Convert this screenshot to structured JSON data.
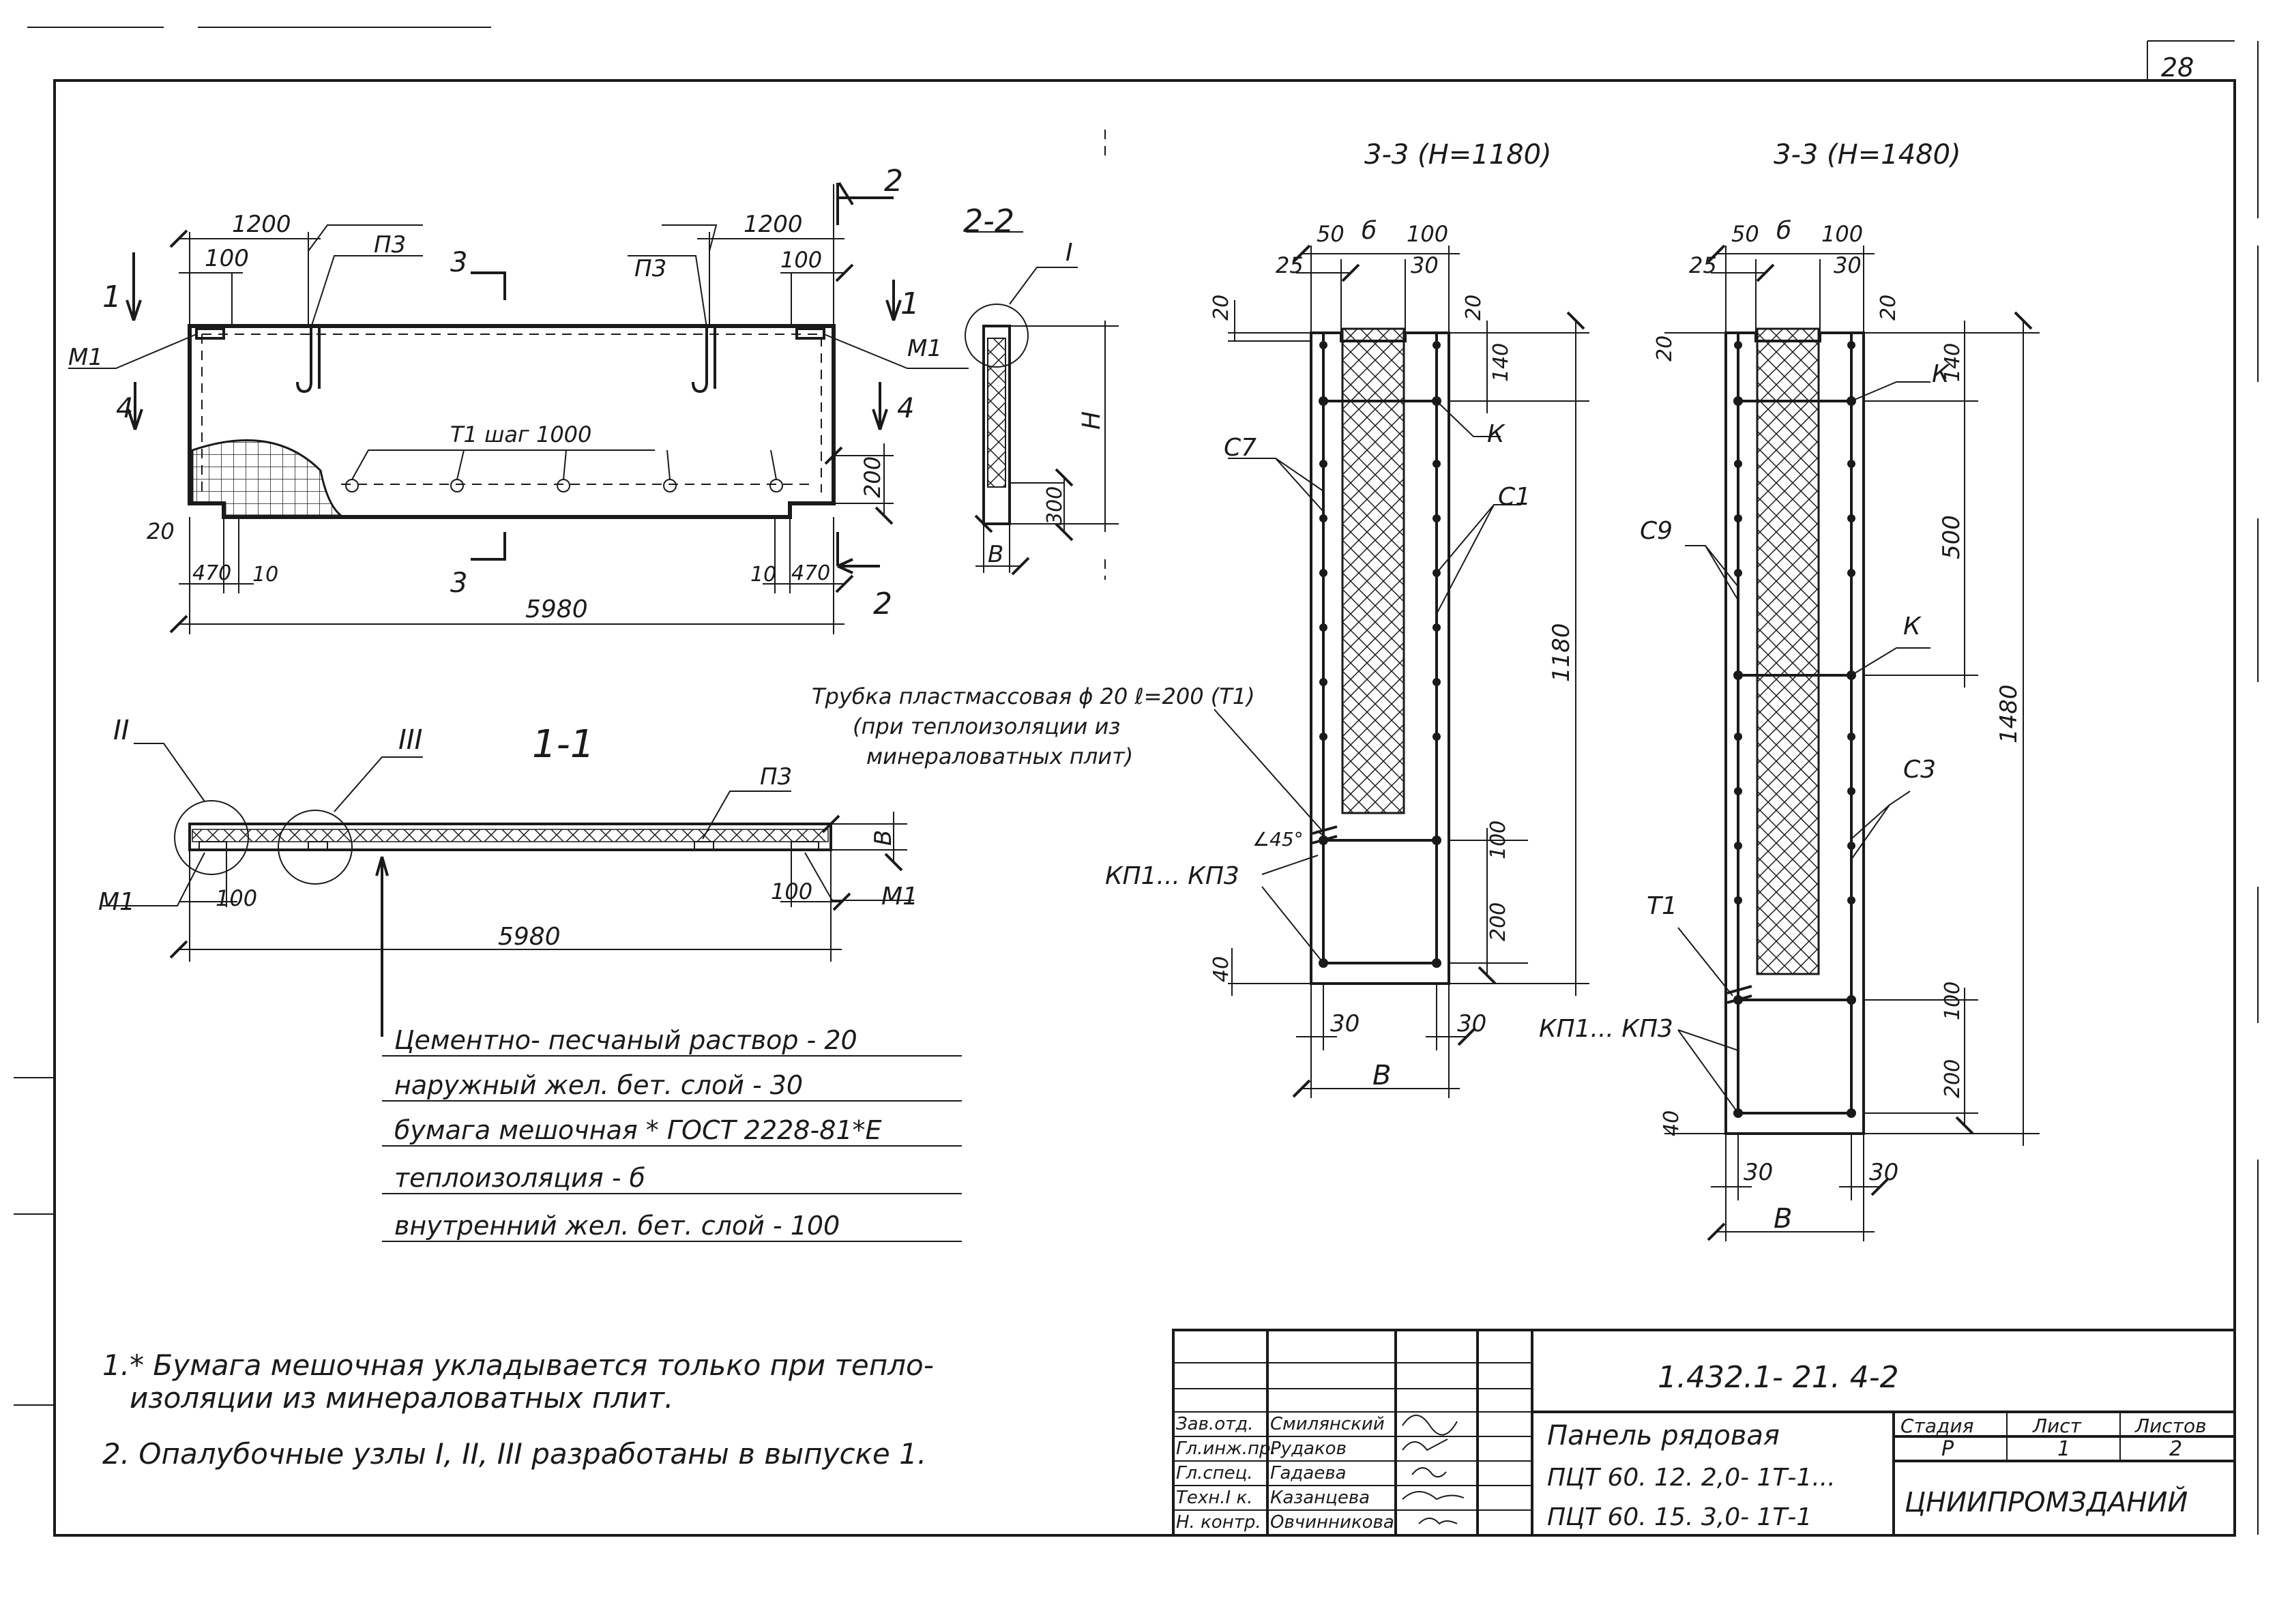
{
  "sheet_number": "28",
  "main_view": {
    "dims": {
      "d1200_left": "1200",
      "d1200_right": "1200",
      "d100_left": "100",
      "d100_right": "100",
      "d200": "200",
      "d300": "300",
      "d20": "20",
      "d470_left": "470",
      "d10_left": "10",
      "d10_right": "10",
      "d470_right": "470",
      "d5980": "5980",
      "H": "H",
      "B": "B"
    },
    "labels": {
      "p3_left": "П3",
      "p3_right": "П3",
      "m1_left": "М1",
      "m1_right": "М1",
      "t1_step": "Т1  шаг 1000"
    },
    "cuts": {
      "cut1_left": "1",
      "cut1_right": "1",
      "cut4_left": "4",
      "cut4_right": "4",
      "cut3_top": "3",
      "cut3_bottom": "3",
      "cut2_top": "2",
      "cut2_bottom": "2"
    }
  },
  "section_2_2": {
    "title": "2-2",
    "node": "I"
  },
  "section_1_1": {
    "title": "1-1",
    "nodes": [
      "II",
      "III"
    ],
    "labels": {
      "p3": "П3",
      "m1_left": "М1",
      "m1_right": "М1",
      "d100_left": "100",
      "d100_right": "100",
      "d5980": "5980",
      "B": "B"
    },
    "layers": [
      "Цементно- песчаный раствор - 20",
      "наружный  жел. бет. слой - 30",
      "бумага  мешочная * ГОСТ 2228-81*Е",
      "теплоизоляция - б",
      "внутренний жел. бет. слой - 100"
    ]
  },
  "tube_note": {
    "line1": "Трубка пластмассовая ϕ 20 ℓ=200  (Т1)",
    "line2": "(при теплоизоляции из",
    "line3": "минераловатных плит)"
  },
  "section_3_3_a": {
    "title": "3-3  (Н=1180)",
    "dims": {
      "d50": "50",
      "b": "б",
      "d100": "100",
      "d25": "25",
      "d30_top": "30",
      "d20_left": "20",
      "d20_right": "20",
      "d140": "140",
      "d1180": "1180",
      "d100_low": "100",
      "d200": "200",
      "d40": "40",
      "d30_bl": "30",
      "d30_br": "30",
      "B": "B",
      "angle": "∠45°"
    },
    "labels": {
      "c7": "С7",
      "c1": "С1",
      "k": "К",
      "kp": "КП1... КП3"
    }
  },
  "section_3_3_b": {
    "title": "3-3  (Н=1480)",
    "dims": {
      "d50": "50",
      "b": "б",
      "d100": "100",
      "d25": "25",
      "d30_top": "30",
      "d20_left": "20",
      "d20_right": "20",
      "d140": "140",
      "d500": "500",
      "d1480": "1480",
      "d100_low": "100",
      "d200": "200",
      "d40": "40",
      "d30_bl": "30",
      "d30_br": "30",
      "B": "B"
    },
    "labels": {
      "c9": "С9",
      "k_top": "К",
      "k_mid": "К",
      "c3": "С3",
      "t1": "Т1",
      "kp": "КП1... КП3"
    }
  },
  "notes": [
    "1.* Бумага  мешочная  укладывается  только  при  тепло-",
    "изоляции  из  минераловатных  плит.",
    "2. Опалубочные  узлы  I, II, III  разработаны  в  выпуске 1."
  ],
  "title_block": {
    "code": "1.432.1- 21. 4-2",
    "name_line1": "Панель  рядовая",
    "name_line2": "ПЦТ 60. 12. 2,0- 1Т-1...",
    "name_line3": "ПЦТ 60. 15. 3,0- 1Т-1",
    "stage_header": "Стадия",
    "sheet_header": "Лист",
    "sheets_header": "Листов",
    "stage": "Р",
    "sheet": "1",
    "sheets": "2",
    "org": "ЦНИИПРОМЗДАНИЙ",
    "roles": [
      "Зав.отд.",
      "Гл.инж.пр.",
      "Гл.спец.",
      "Техн.I к.",
      "Н. контр."
    ],
    "names": [
      "Смилянский",
      "Рудаков",
      "Гадаева",
      "Казанцева",
      "Овчинникова"
    ]
  }
}
